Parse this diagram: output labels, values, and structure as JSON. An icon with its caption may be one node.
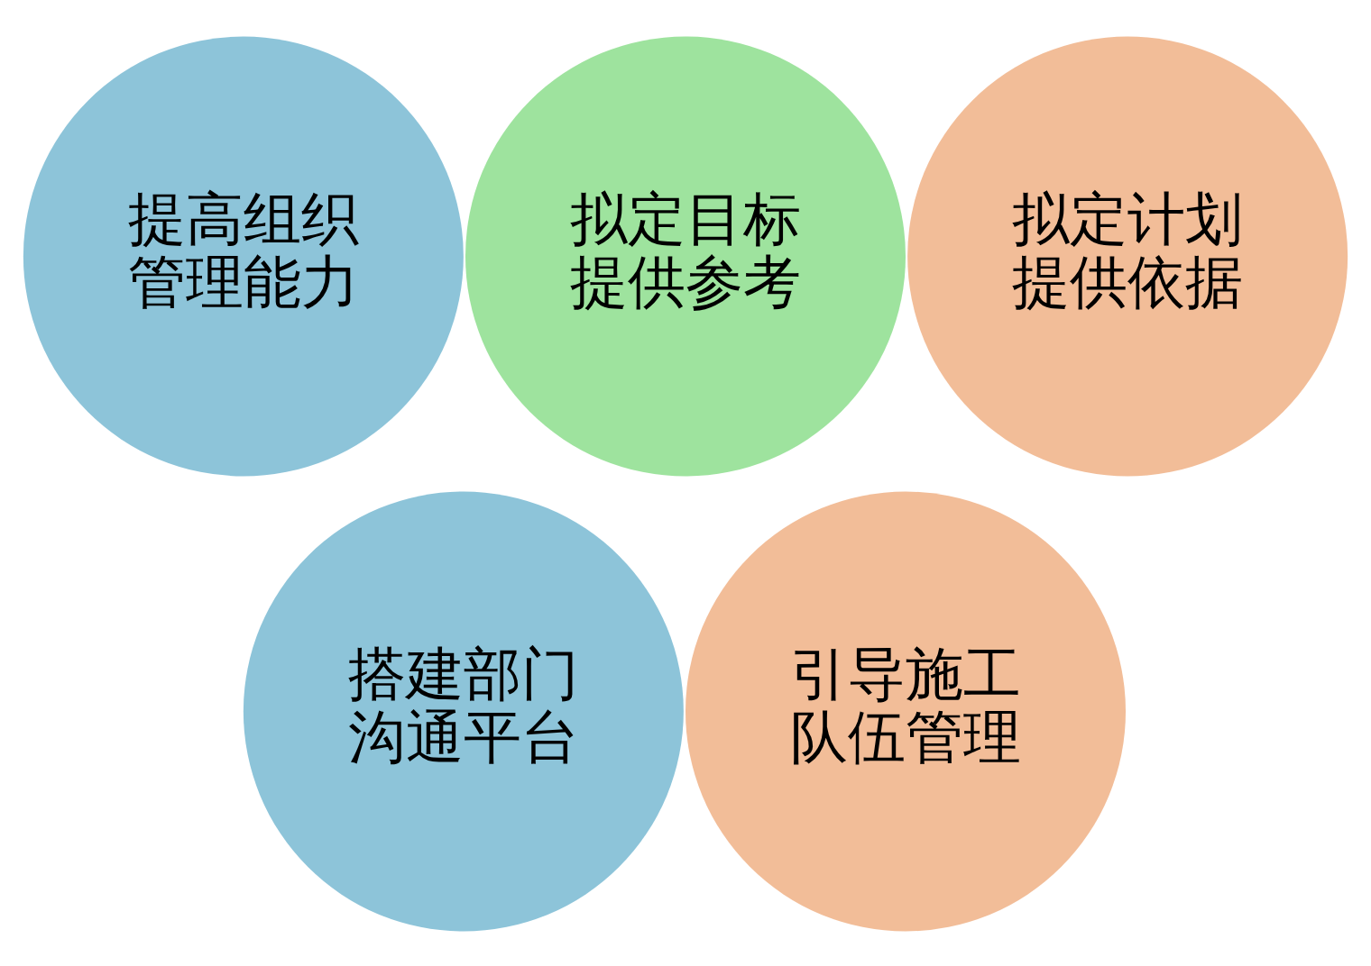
{
  "diagram": {
    "nodes": [
      {
        "text": [
          "提高组织管理能力"
        ]
      },
      {
        "text": [
          "拟定目标提供参考"
        ]
      },
      {
        "text": [
          "拟定计划提供依据"
        ]
      },
      {
        "text": [
          "搭建部门沟通平台"
        ]
      },
      {
        "text": [
          "引导施工队伍管理"
        ]
      }
    ],
    "edges": []
  }
}
